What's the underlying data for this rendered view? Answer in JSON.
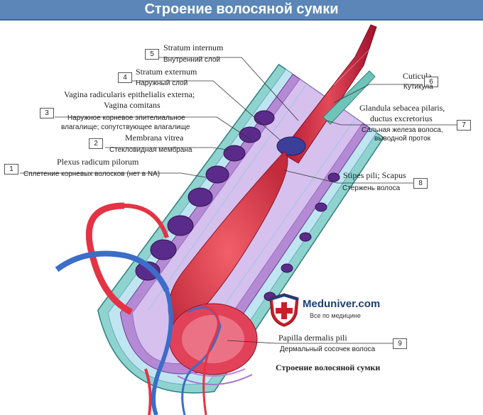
{
  "header": {
    "title": "Строение волосяной сумки"
  },
  "labels": [
    {
      "num": "1",
      "latin": "Plexus radicum pilorum",
      "russian": "Сплетение корневых волосков (нет в NA)"
    },
    {
      "num": "2",
      "latin": "Membrana vitrea",
      "russian": "Стекловидная мембрана"
    },
    {
      "num": "3",
      "latin": "Vagina radicularis epithelialis externa;",
      "latin2": "Vagina comitans",
      "russian": "Наружное корневое эпителиальное",
      "russian2": "влагалище; сопутствующее влагалище"
    },
    {
      "num": "4",
      "latin": "Stratum externum",
      "russian": "Наружный слой"
    },
    {
      "num": "5",
      "latin": "Stratum internum",
      "russian": "Внутренний слой"
    },
    {
      "num": "6",
      "latin": "Cuticula",
      "russian": "Кутикула"
    },
    {
      "num": "7",
      "latin": "Glandula sebacea pilaris,",
      "latin2": "ductus excretorius",
      "russian": "Сальная железа волоса,",
      "russian2": "выводной проток"
    },
    {
      "num": "8",
      "latin": "Stipes pili; Scapus",
      "russian": "Стержень волоса"
    },
    {
      "num": "9",
      "latin": "Papilla dermalis pili",
      "russian": "Дермальный сосочек волоса"
    }
  ],
  "logo": {
    "name": "Meduniver.com",
    "tagline": "Все по медицине"
  },
  "caption": "Строение волосяной сумки"
}
